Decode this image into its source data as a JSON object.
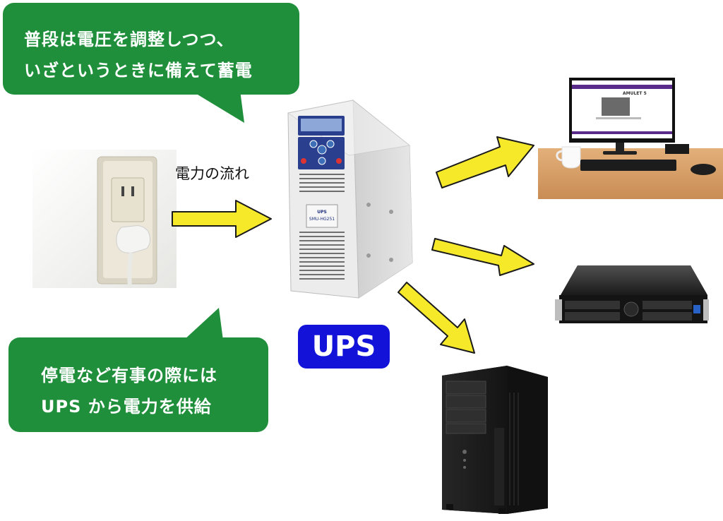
{
  "bubble_top": {
    "line1": "普段は電圧を調整しつつ、",
    "line2": "いざというときに備えて蓄電"
  },
  "bubble_bottom": {
    "line1": "停電など有事の際には",
    "line2": "UPS から電力を供給"
  },
  "flow_label": "電力の流れ",
  "ups_label": "UPS",
  "ups_panel_text": "SMU-HG251",
  "monitor_brand": "AMULET 5",
  "colors": {
    "bubble": "#1f8f3b",
    "arrow_fill": "#f5e92a",
    "arrow_stroke": "#1a1a1a",
    "ups_badge": "#1212d8"
  },
  "icons": [
    "wall-outlet-icon",
    "ups-device-icon",
    "desktop-monitor-icon",
    "rack-server-icon",
    "tower-pc-icon",
    "arrow-icon"
  ]
}
